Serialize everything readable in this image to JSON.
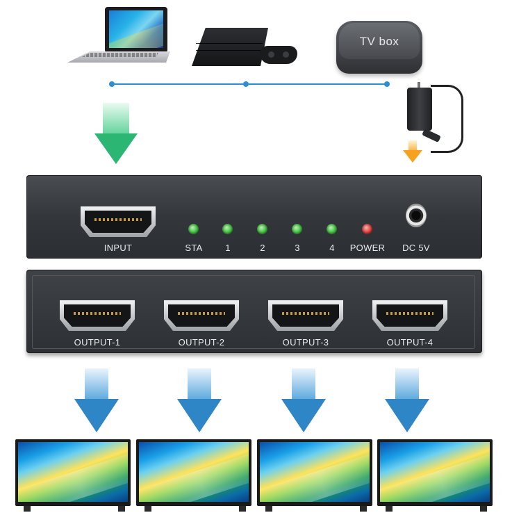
{
  "sources": {
    "tvbox_label": "TV box"
  },
  "splitter": {
    "input_label": "INPUT",
    "indicators": [
      {
        "label": "STA",
        "color": "#3cc23a"
      },
      {
        "label": "1",
        "color": "#3cc23a"
      },
      {
        "label": "2",
        "color": "#3cc23a"
      },
      {
        "label": "3",
        "color": "#3cc23a"
      },
      {
        "label": "4",
        "color": "#3cc23a"
      },
      {
        "label": "POWER",
        "color": "#e23a36"
      }
    ],
    "power_label": "DC 5V",
    "outputs": [
      "OUTPUT-1",
      "OUTPUT-2",
      "OUTPUT-3",
      "OUTPUT-4"
    ]
  },
  "colors": {
    "input_arrow": "#2bb673",
    "power_arrow": "#f6a21e",
    "output_arrows": "#2f86c7",
    "connector_line": "#2a8fd6"
  },
  "icons": [
    "laptop-icon",
    "game-console-icon",
    "controller-icon",
    "tv-box-icon",
    "power-adapter-icon",
    "hdmi-port-icon",
    "tv-icon"
  ]
}
